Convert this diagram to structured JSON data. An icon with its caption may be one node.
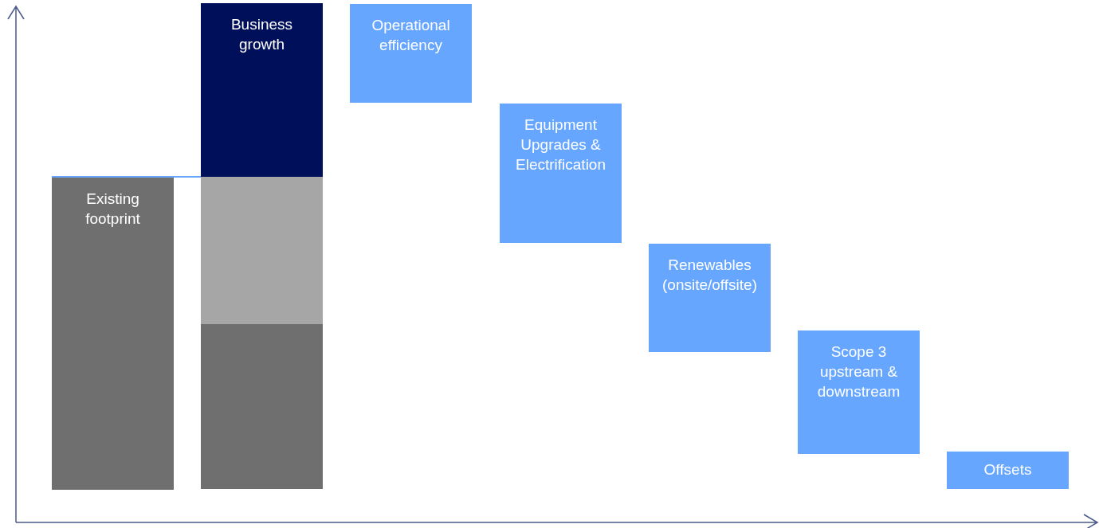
{
  "diagram": {
    "nodes": [
      {
        "text": [
          "Existing footprint"
        ]
      },
      {
        "text": [
          "Business growth"
        ]
      },
      {
        "text": [],
        "shape": "bar"
      },
      {
        "text": [],
        "shape": "bar"
      },
      {
        "text": [
          "Operational efficiency"
        ]
      },
      {
        "text": [
          "Equipment Upgrades & Electrification"
        ]
      },
      {
        "text": [
          "Renewables (onsite/offsite)"
        ]
      },
      {
        "text": [
          "Scope 3 upstream & downstream"
        ]
      },
      {
        "text": [
          "Offsets"
        ]
      }
    ],
    "edges": [
      {
        "from": 0,
        "to": 1,
        "arrow": "none"
      }
    ]
  }
}
